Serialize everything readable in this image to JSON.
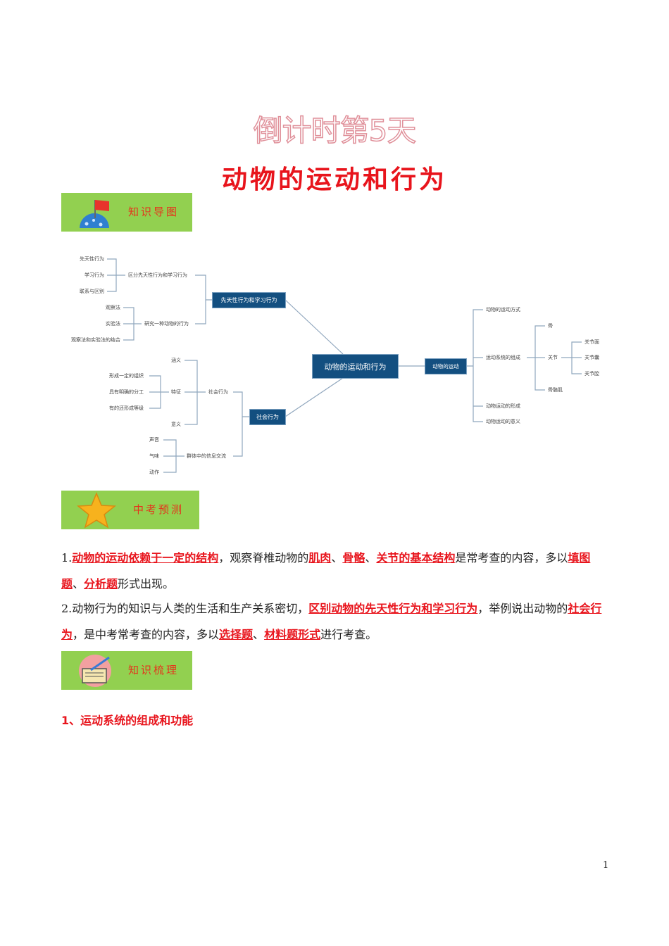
{
  "countdown": "倒计时第5天",
  "title": "动物的运动和行为",
  "banners": {
    "mindmap": "知识导图",
    "forecast": "中考预测",
    "review": "知识梳理"
  },
  "mindmap": {
    "center": "动物的运动和行为",
    "branch_innate": {
      "label": "先天性行为和学习行为",
      "distinguish": {
        "label": "区分先天性行为和学习行为",
        "items": [
          "先天性行为",
          "学习行为",
          "联系与区别"
        ]
      },
      "research": {
        "label": "研究一种动物的行为",
        "items": [
          "观察法",
          "实验法",
          "观察法和实验法的结合"
        ]
      }
    },
    "branch_social": {
      "label": "社会行为",
      "social": {
        "label": "社会行为",
        "meaning_def": "涵义",
        "feature": "特征",
        "significance": "意义",
        "feature_items": [
          "形成一定的组织",
          "具有明确的分工",
          "有的还形成等级"
        ]
      },
      "communication": {
        "label": "群体中的信息交流",
        "items": [
          "声音",
          "气味",
          "动作"
        ]
      }
    },
    "branch_motion": {
      "label": "动物的运动",
      "items": [
        "动物的运动方式",
        "运动系统的组成",
        "动物运动的形成",
        "动物运动的意义"
      ],
      "system_items": [
        "骨",
        "关节",
        "骨骼肌"
      ],
      "joint_items": [
        "关节面",
        "关节囊",
        "关节腔"
      ]
    }
  },
  "forecast": [
    [
      {
        "t": "1.",
        "h": false
      },
      {
        "t": "动物的运动依赖于一定的结构",
        "h": true
      },
      {
        "t": "，观察脊椎动物的",
        "h": false
      },
      {
        "t": "肌肉",
        "h": true
      },
      {
        "t": "、",
        "h": false
      },
      {
        "t": "骨骼",
        "h": true
      },
      {
        "t": "、",
        "h": false
      },
      {
        "t": "关节的基本结构",
        "h": true
      },
      {
        "t": "是常考查的内容，多以",
        "h": false
      },
      {
        "t": "填图题",
        "h": true
      },
      {
        "t": "、",
        "h": false
      },
      {
        "t": "分析题",
        "h": true
      },
      {
        "t": "形式出现。",
        "h": false
      }
    ],
    [
      {
        "t": "2.动物行为的知识与人类的生活和生产关系密切，",
        "h": false
      },
      {
        "t": "区别动物的先天性行为和学习行为",
        "h": true
      },
      {
        "t": "，举例说出动物的",
        "h": false
      },
      {
        "t": "社会行为",
        "h": true
      },
      {
        "t": "，是中考常考查的内容，多以",
        "h": false
      },
      {
        "t": "选择题",
        "h": true
      },
      {
        "t": "、",
        "h": false
      },
      {
        "t": "材料题形式",
        "h": true
      },
      {
        "t": "进行考查。",
        "h": false
      }
    ]
  ],
  "section_heading": "1、运动系统的组成和功能",
  "page_number": "1",
  "colors": {
    "accent_red": "#e8141c",
    "banner_green": "#92d050",
    "node_blue": "#134f80"
  }
}
